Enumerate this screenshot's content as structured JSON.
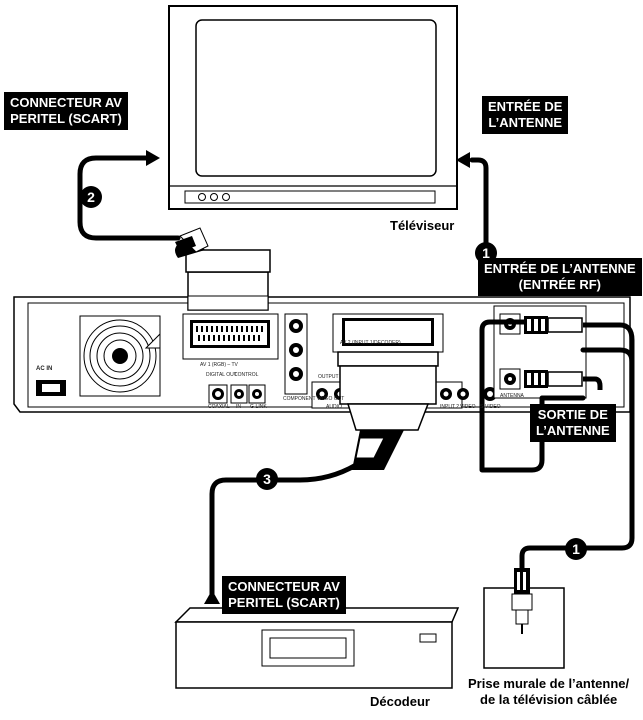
{
  "labels": {
    "scart_top_line1": "CONNECTEUR AV",
    "scart_top_line2": "PERITEL (SCART)",
    "antenna_in_line1": "ENTRÉE DE",
    "antenna_in_line2": "L’ANTENNE",
    "rf_in_line1": "ENTRÉE DE L’ANTENNE",
    "rf_in_line2": "(ENTRÉE RF)",
    "antenna_out_line1": "SORTIE DE",
    "antenna_out_line2": "L’ANTENNE",
    "scart_bottom_line1": "CONNECTEUR AV",
    "scart_bottom_line2": "PERITEL (SCART)"
  },
  "captions": {
    "tv": "Téléviseur",
    "decoder": "Décodeur",
    "wall_line1": "Prise murale de l’antenne/",
    "wall_line2": "de la télévision câblée"
  },
  "badges": {
    "step2": "2",
    "step1_upper": "1",
    "step1_lower": "1",
    "step3": "3"
  },
  "panel": {
    "ac_in": "AC IN",
    "av1": "AV 1 (RGB) – TV",
    "av2": "AV 2 (INPUT 1/DECODER)",
    "digital_out": "DIGITAL OUT",
    "control": "CONTROL",
    "in": "IN",
    "glink": "G-LINK",
    "coaxial": "COAXIAL",
    "component": "COMPONENT VIDEO OUT",
    "audio": "AUDIO",
    "video": "VIDEO",
    "svideo": "S-VIDEO",
    "antenna": "ANTENNA",
    "input2": "INPUT 2",
    "output": "OUTPUT"
  }
}
